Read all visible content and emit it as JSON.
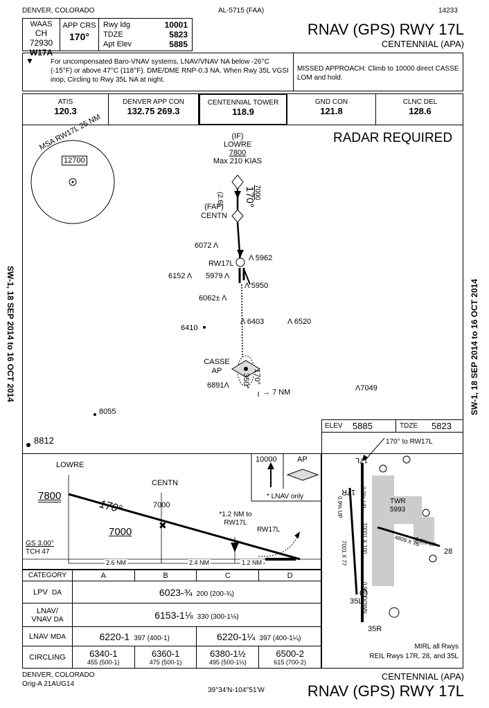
{
  "header": {
    "location": "DENVER, COLORADO",
    "procedure_id": "AL-5715 (FAA)",
    "chart_number": "14233",
    "waas_label": "WAAS",
    "waas_ch": "CH 72930",
    "waas_id": "W17A",
    "app_crs_label": "APP CRS",
    "app_crs": "170°",
    "rwy_ldg_label": "Rwy ldg",
    "rwy_ldg": "10001",
    "tdze_label": "TDZE",
    "tdze": "5823",
    "apt_elev_label": "Apt Elev",
    "apt_elev": "5885",
    "title": "RNAV (GPS) RWY 17L",
    "airport": "CENTENNIAL (APA)"
  },
  "notes": {
    "general": "For uncompensated Baro-VNAV systems, LNAV/VNAV NA below -26°C (-15°F) or above 47°C (118°F). DME/DME RNP-0.3 NA. When Rwy 35L VGSI inop, Circling to Rwy 35L NA at night.",
    "missed_approach": "MISSED APPROACH: Climb to 10000 direct CASSE LOM and hold."
  },
  "frequencies": [
    {
      "label": "ATIS",
      "value": "120.3"
    },
    {
      "label": "DENVER APP CON",
      "value": "132.75  269.3"
    },
    {
      "label": "CENTENNIAL TOWER",
      "value": "118.9"
    },
    {
      "label": "GND CON",
      "value": "121.8"
    },
    {
      "label": "CLNC DEL",
      "value": "128.6"
    }
  ],
  "plan": {
    "radar_required": "RADAR REQUIRED",
    "msa_label": "MSA RW17L 25 NM",
    "msa_alt": "12700",
    "if_label": "(IF)",
    "lowre": "LOWRE",
    "lowre_alt": "7800",
    "lowre_speed": "Max 210 KIAS",
    "leg_dist": "(2.6)",
    "leg_course": "170°",
    "leg_alt": "7000",
    "faf_label": "(FAF)",
    "centn": "CENTN",
    "rw17l": "RW17L",
    "casse": "CASSE",
    "ap": "AP",
    "hold_in": "170°",
    "hold_out": "350°",
    "hold_len": "7 NM",
    "obstacles": [
      "6072",
      "5962",
      "6152",
      "5979",
      "5950",
      "6062±",
      "6410",
      "6403",
      "6520",
      "6891",
      "7049",
      "8055",
      "8812"
    ]
  },
  "profile": {
    "lowre": "LOWRE",
    "lowre_alt": "7800",
    "course": "170°",
    "centn": "CENTN",
    "centn_alt": "7000",
    "centn_alt_box": "7000",
    "note_12": "*1.2 NM to RW17L",
    "rw17l": "RW17L",
    "gs": "GS 3.00°",
    "tch": "TCH 47",
    "d1": "2.6 NM",
    "d2": "2.4 NM",
    "d3": "1.2 NM",
    "ma_alt": "10000",
    "ma_ap": "AP",
    "lnav_only": "* LNAV only"
  },
  "airport_diagram": {
    "elev_label": "ELEV",
    "elev": "5885",
    "tdze_label": "TDZE",
    "tdze": "5823",
    "note_170": "170° to RW17L",
    "rwy_17l": "17L",
    "rwy_17r": "17R",
    "rwy_35l": "35L",
    "rwy_35r": "35R",
    "rwy_28": "28",
    "twr": "TWR",
    "twr_elev": "5993",
    "dim_main": "10001 X 100",
    "dim_77": "7001 X 77",
    "dim_75": "4809 X 75",
    "grad_1": "0.9% UP",
    "grad_2": "0.6% UP",
    "grad_3": "0.9% DOWN",
    "grad_4": "0.9% UP",
    "lighting_1": "MIRL all Rwys",
    "lighting_2": "REIL Rwys 17R, 28, and 35L"
  },
  "minimums": {
    "category_label": "CATEGORY",
    "categories": [
      "A",
      "B",
      "C",
      "D"
    ],
    "rows": [
      {
        "type": "LPV",
        "sub": "DA",
        "main": "6023-¾",
        "detail": "200 (200-¾)"
      },
      {
        "type": "LNAV/ VNAV",
        "sub": "DA",
        "main": "6153-1⅛",
        "detail": "330 (300-1⅛)"
      },
      {
        "type": "LNAV",
        "sub": "MDA",
        "ab_main": "6220-1",
        "ab_detail": "397 (400-1)",
        "cd_main": "6220-1¼",
        "cd_detail": "397 (400-1¼)"
      }
    ],
    "circling_label": "CIRCLING",
    "circling": [
      {
        "main": "6340-1",
        "detail": "455 (500-1)"
      },
      {
        "main": "6360-1",
        "detail": "475 (500-1)"
      },
      {
        "main": "6380-1½",
        "detail": "495 (500-1½)"
      },
      {
        "main": "6500-2",
        "detail": "615 (700-2)"
      }
    ]
  },
  "footer": {
    "location": "DENVER, COLORADO",
    "amendment": "Orig-A  21AUG14",
    "coords": "39°34'N-104°51'W",
    "airport": "CENTENNIAL (APA)",
    "title": "RNAV (GPS) RWY 17L"
  },
  "side_text": "SW-1, 18 SEP 2014 to 16 OCT 2014"
}
